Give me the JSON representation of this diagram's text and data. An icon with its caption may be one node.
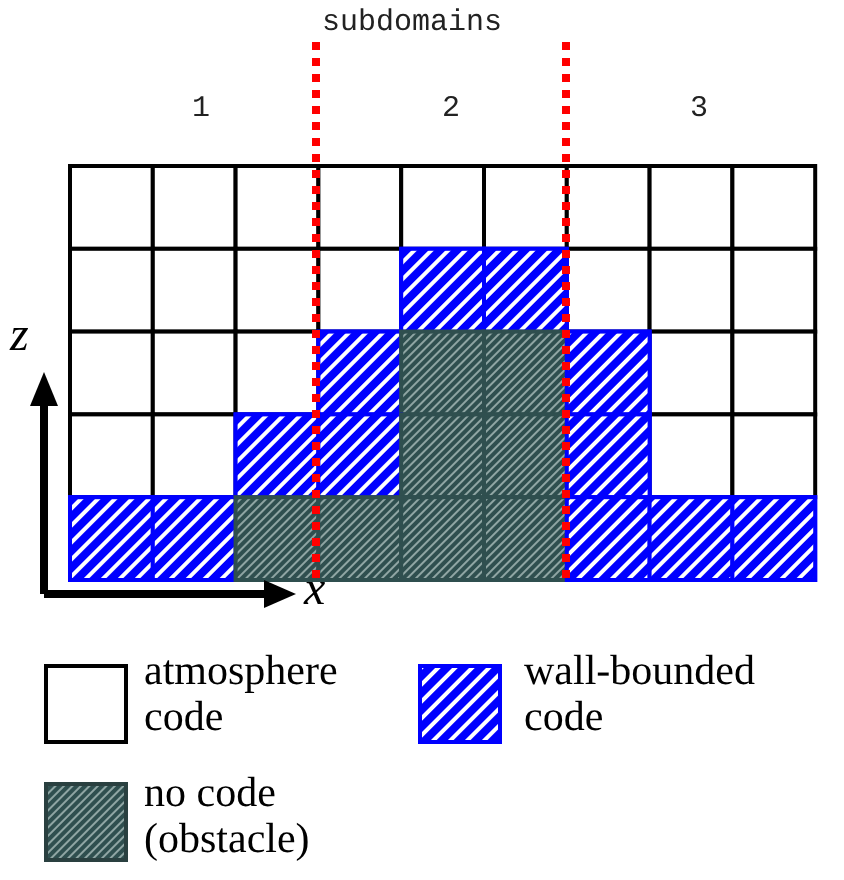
{
  "diagram": {
    "labels": [
      "subdomains",
      "1",
      "2",
      "3",
      "z",
      "x"
    ],
    "legend": [
      {
        "text": "atmosphere code",
        "color": "#ffffff"
      },
      {
        "text": "wall-bounded code",
        "color": "#0000ff"
      },
      {
        "text": "no code (obstacle)",
        "color": "#2f4f4f"
      }
    ]
  }
}
